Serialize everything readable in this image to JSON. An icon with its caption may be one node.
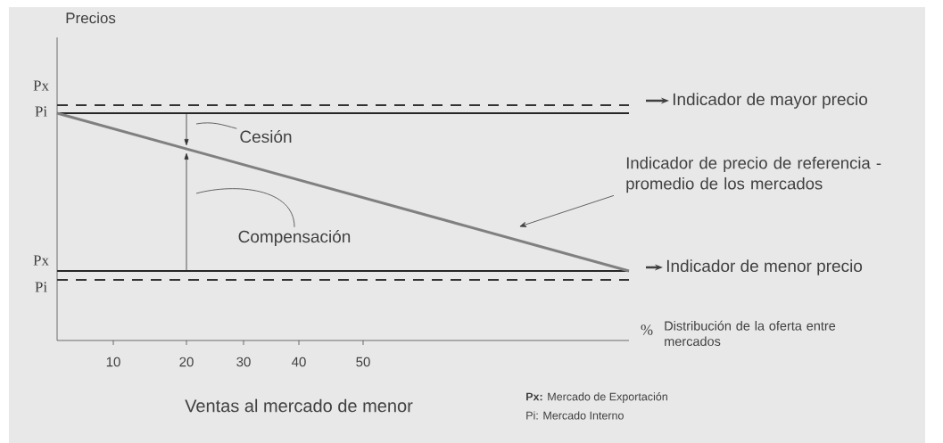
{
  "diagram": {
    "nodes": [
      {
        "text": [
          "Indicador de mayor  precio"
        ]
      },
      {
        "text": [
          "Indicador de precio de referencia - promedio de los mercados"
        ]
      },
      {
        "text": [
          "Indicador de menor precio"
        ]
      },
      {
        "text": [
          "Cesión"
        ]
      },
      {
        "text": [
          "Compensación"
        ]
      }
    ],
    "edges": [
      {
        "from": null,
        "to": 0,
        "arrow": "to",
        "style": "thick"
      },
      {
        "from": 1,
        "to": null,
        "arrow": "to"
      },
      {
        "from": null,
        "to": 2,
        "arrow": "to",
        "style": "thick"
      },
      {
        "from": 3,
        "to": null,
        "arrow": "none"
      },
      {
        "from": 4,
        "to": null,
        "arrow": "none"
      }
    ],
    "labels": [
      "Precios",
      "Px",
      "Pi",
      "Px",
      "Pi",
      "10",
      "20",
      "30",
      "40",
      "50",
      "%",
      "Distribución de la oferta entre mercados",
      "Ventas al mercado de menor",
      "**Px:** Mercado de Exportación",
      "Pi:  Mercado Interno"
    ]
  }
}
